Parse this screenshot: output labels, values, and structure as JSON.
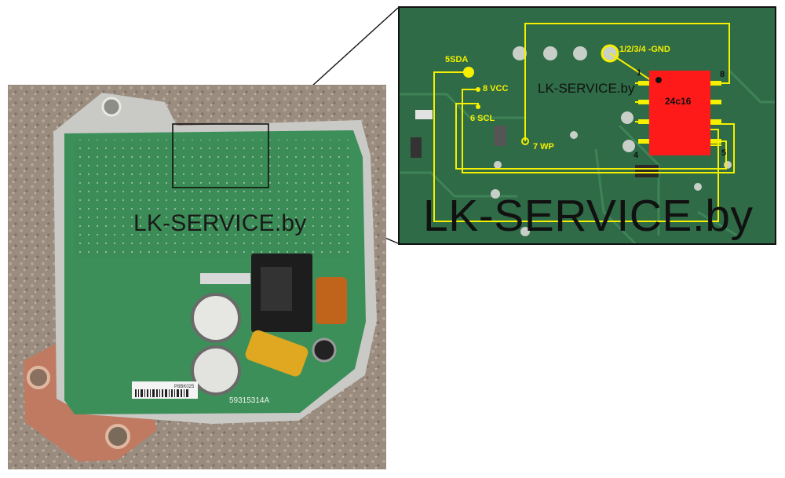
{
  "photo": {
    "watermark": "LK-SERVICE.by",
    "part_number": "59315314A",
    "barcode_text": "P8BK025"
  },
  "zoom": {
    "watermark_small": "LK-SERVICE.by",
    "watermark_large": "LK-SERVICE.by",
    "chip_label": "24c16",
    "pins": {
      "sda": "5SDA",
      "vcc": "8 VCC",
      "scl": "6 SCL",
      "wp": "7 WP",
      "gnd": "1/2/3/4 -GND"
    },
    "pin_numbers": {
      "p1": "1",
      "p4": "4",
      "p5": "5",
      "p8": "8"
    },
    "colors": {
      "wire": "#f5f000",
      "chip": "#ff1a1a",
      "pcb": "#2f6b46"
    }
  }
}
